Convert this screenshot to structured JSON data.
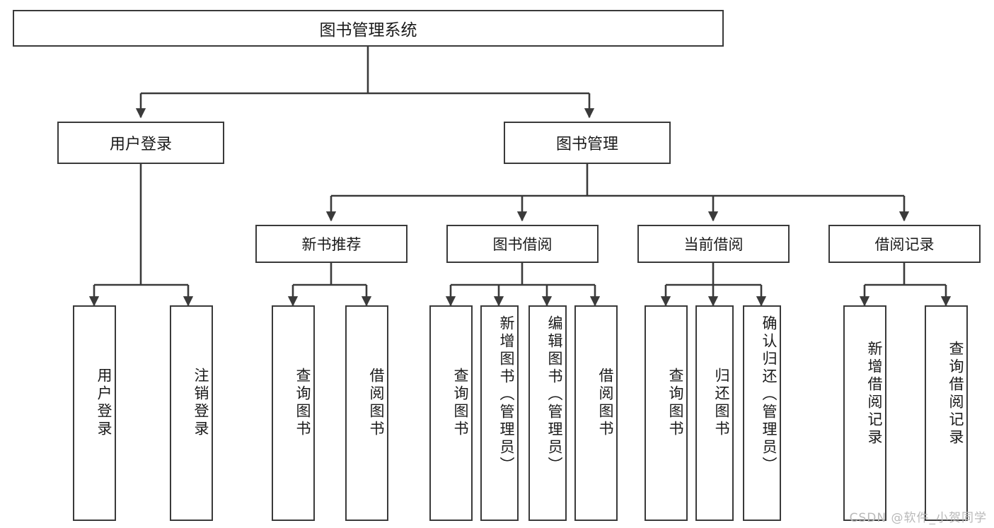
{
  "diagram": {
    "type": "tree",
    "title": "图书管理系统",
    "root": {
      "label": "图书管理系统"
    },
    "level1": [
      {
        "label": "用户登录"
      },
      {
        "label": "图书管理"
      }
    ],
    "level2": [
      {
        "label": "新书推荐"
      },
      {
        "label": "图书借阅"
      },
      {
        "label": "当前借阅"
      },
      {
        "label": "借阅记录"
      }
    ],
    "leaves": {
      "user_login": [
        {
          "label": "用户登录"
        },
        {
          "label": "注销登录"
        }
      ],
      "new_book": [
        {
          "label": "查询图书"
        },
        {
          "label": "借阅图书"
        }
      ],
      "book_borrow": [
        {
          "label": "查询图书"
        },
        {
          "label": "新增图书（管理员）"
        },
        {
          "label": "编辑图书（管理员）"
        },
        {
          "label": "借阅图书"
        }
      ],
      "current_borrow": [
        {
          "label": "查询图书"
        },
        {
          "label": "归还图书"
        },
        {
          "label": "确认归还（管理员）"
        }
      ],
      "borrow_record": [
        {
          "label": "新增借阅记录"
        },
        {
          "label": "查询借阅记录"
        }
      ]
    }
  },
  "watermark": {
    "text": "CSDN @软件_小贺同学"
  },
  "colors": {
    "border": "#3a3a3a",
    "text": "#1a1a1a",
    "background": "#ffffff",
    "watermark": "#b9b9b9"
  }
}
